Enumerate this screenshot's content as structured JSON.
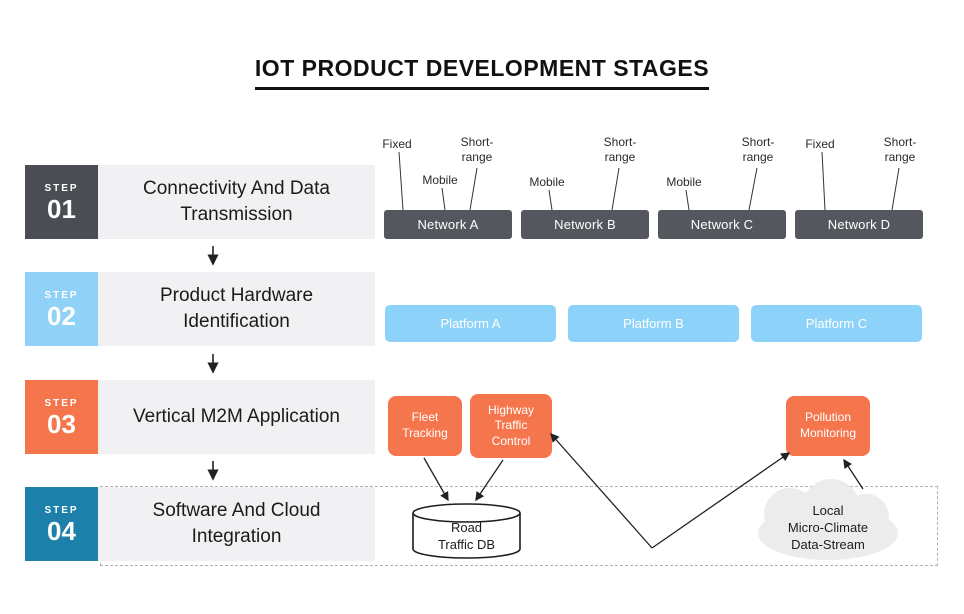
{
  "title": "IOT PRODUCT DEVELOPMENT STAGES",
  "steps": [
    {
      "step_word": "STEP",
      "number": "01",
      "label": "Connectivity And Data Transmission"
    },
    {
      "step_word": "STEP",
      "number": "02",
      "label": "Product Hardware Identification"
    },
    {
      "step_word": "STEP",
      "number": "03",
      "label": "Vertical M2M Application"
    },
    {
      "step_word": "STEP",
      "number": "04",
      "label": "Software And Cloud Integration"
    }
  ],
  "networks": [
    {
      "label": "Network A",
      "tags": [
        "Fixed",
        "Mobile",
        "Short-range"
      ]
    },
    {
      "label": "Network B",
      "tags": [
        "Mobile",
        "Short-range"
      ]
    },
    {
      "label": "Network C",
      "tags": [
        "Mobile",
        "Short-range"
      ]
    },
    {
      "label": "Network D",
      "tags": [
        "Fixed",
        "Short-range"
      ]
    }
  ],
  "platforms": [
    {
      "label": "Platform A"
    },
    {
      "label": "Platform B"
    },
    {
      "label": "Platform C"
    }
  ],
  "applications": [
    {
      "label": "Fleet Tracking"
    },
    {
      "label": "Highway Traffic Control"
    },
    {
      "label": "Pollution Monitoring"
    }
  ],
  "integration": {
    "database_label": "Road\nTraffic DB",
    "cloud_label": "Local\nMicro-Climate\nData-Stream"
  },
  "colors": {
    "step1_badge": "#4A4E54",
    "step2_badge": "#8FD1F7",
    "step3_badge": "#F5764D",
    "step4_badge": "#1D80AA",
    "step_label_bg": "#F1F1F3",
    "network_box": "#54575D",
    "platform_box": "#8DD3F9",
    "application_box": "#F5764D",
    "cloud_fill": "#ECECEC",
    "connector": "#222222"
  }
}
